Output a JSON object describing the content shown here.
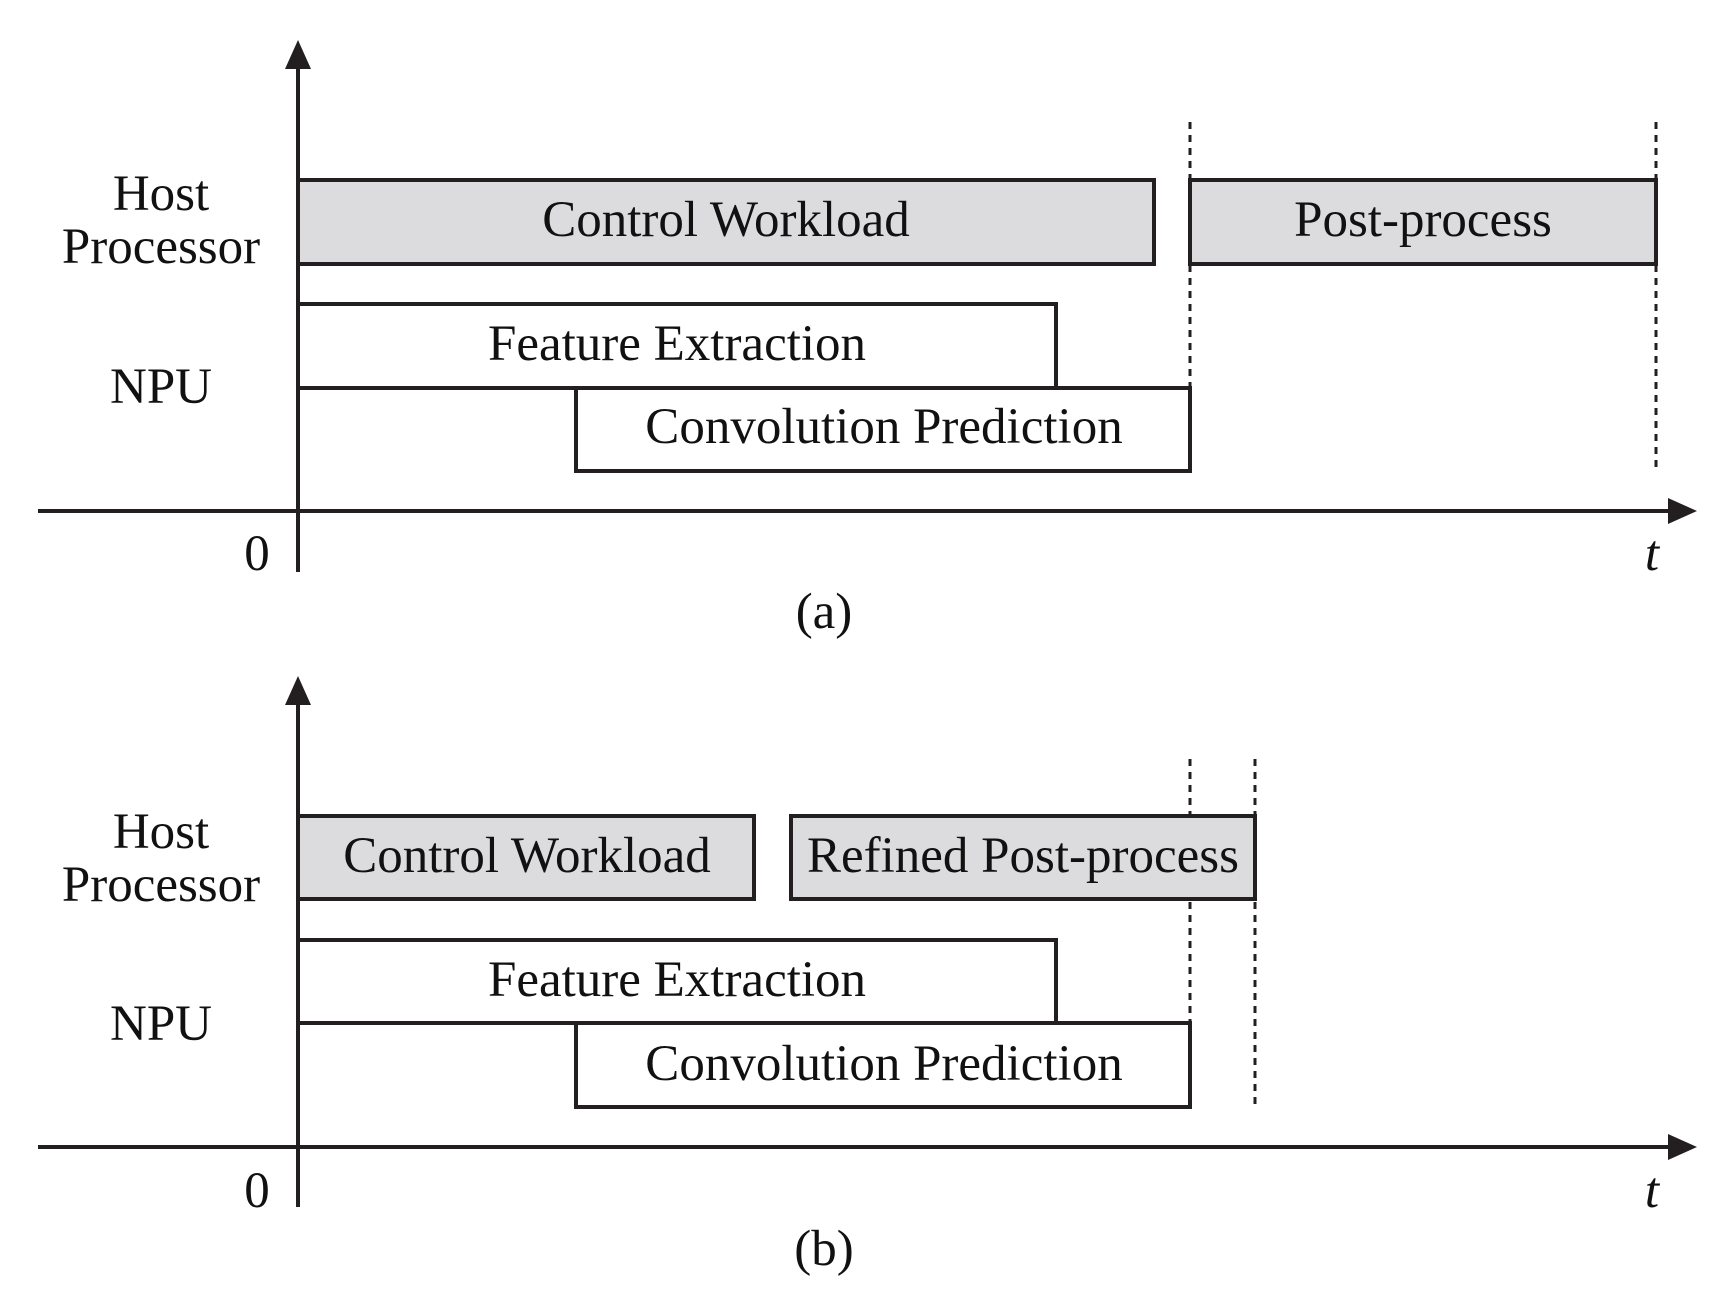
{
  "colors": {
    "ink": "#231f20",
    "host_fill": "#dcdcde",
    "npu_fill": "#ffffff"
  },
  "panels": [
    {
      "id": "a",
      "caption": "(a)",
      "row_labels": {
        "host_line1": "Host",
        "host_line2": "Processor",
        "npu": "NPU"
      },
      "origin_label": "0",
      "time_label": "t",
      "host_tasks": [
        {
          "label": "Control Workload"
        },
        {
          "label": "Post-process"
        }
      ],
      "npu_tasks": [
        {
          "label": "Feature Extraction"
        },
        {
          "label": "Convolution Prediction"
        }
      ]
    },
    {
      "id": "b",
      "caption": "(b)",
      "row_labels": {
        "host_line1": "Host",
        "host_line2": "Processor",
        "npu": "NPU"
      },
      "origin_label": "0",
      "time_label": "t",
      "host_tasks": [
        {
          "label": "Control Workload"
        },
        {
          "label": "Refined Post-process"
        }
      ],
      "npu_tasks": [
        {
          "label": "Feature Extraction"
        },
        {
          "label": "Convolution Prediction"
        }
      ]
    }
  ]
}
